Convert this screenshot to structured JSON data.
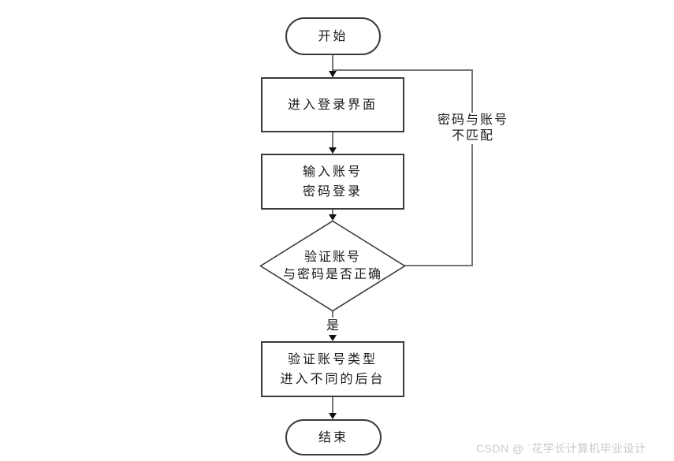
{
  "diagram": {
    "type": "flowchart",
    "nodes": {
      "start": {
        "shape": "terminator",
        "label": "开始"
      },
      "enter_login": {
        "shape": "process",
        "label": "进入登录界面"
      },
      "input_account": {
        "shape": "process",
        "line1": "输入账号",
        "line2": "密码登录"
      },
      "verify": {
        "shape": "decision",
        "line1": "验证账号",
        "line2": "与密码是否正确"
      },
      "verify_type": {
        "shape": "process",
        "line1": "验证账号类型",
        "line2": "进入不同的后台"
      },
      "end": {
        "shape": "terminator",
        "label": "结束"
      }
    },
    "edge_labels": {
      "yes": "是",
      "mismatch_line1": "密码与账号",
      "mismatch_line2": "不匹配"
    },
    "colors": {
      "connector": "#757575",
      "shape_border": "#3b3b3b",
      "arrowhead": "#111111",
      "text": "#1a1a1a",
      "background": "#ffffff"
    }
  },
  "watermark": {
    "text": "CSDN @ ˊ花学长计算机毕业设计",
    "color": "#c9c9c9"
  }
}
